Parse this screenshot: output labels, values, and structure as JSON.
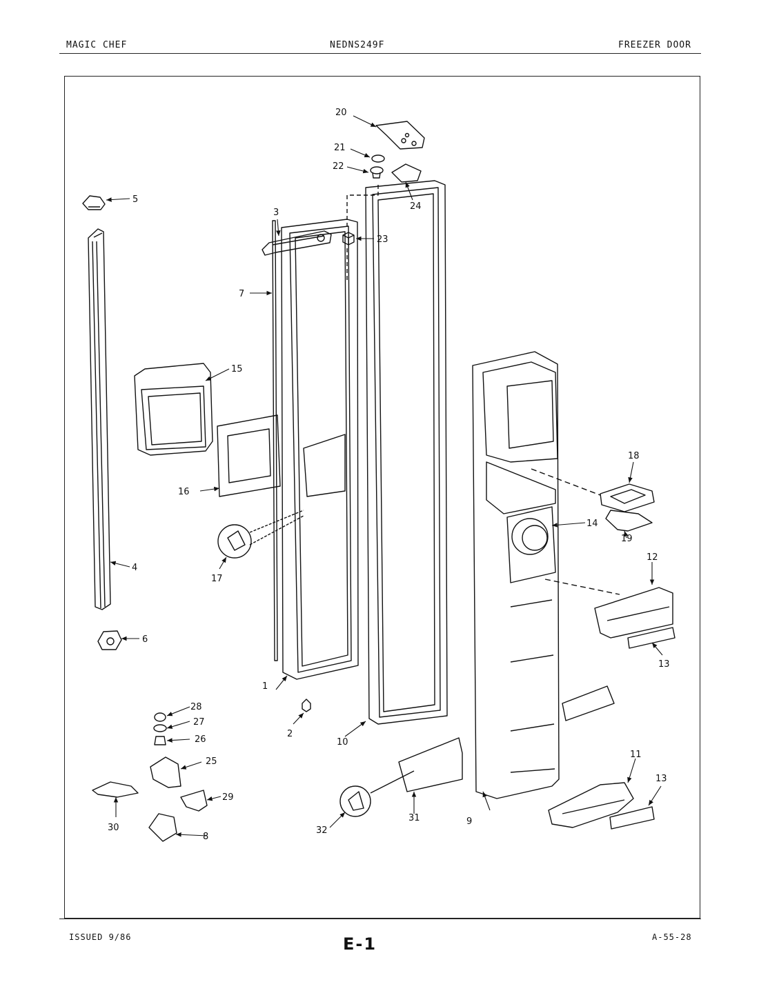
{
  "header": {
    "left": "MAGIC CHEF",
    "center": "NEDNS249F",
    "right": "FREEZER DOOR"
  },
  "footer": {
    "left": "ISSUED 9/86",
    "center": "E-1",
    "right": "A-55-28"
  },
  "callouts": [
    "1",
    "2",
    "3",
    "4",
    "5",
    "6",
    "7",
    "8",
    "9",
    "10",
    "11",
    "12",
    "13",
    "13",
    "14",
    "15",
    "16",
    "17",
    "18",
    "19",
    "20",
    "21",
    "22",
    "23",
    "24",
    "25",
    "26",
    "27",
    "28",
    "29",
    "30",
    "31",
    "32"
  ]
}
